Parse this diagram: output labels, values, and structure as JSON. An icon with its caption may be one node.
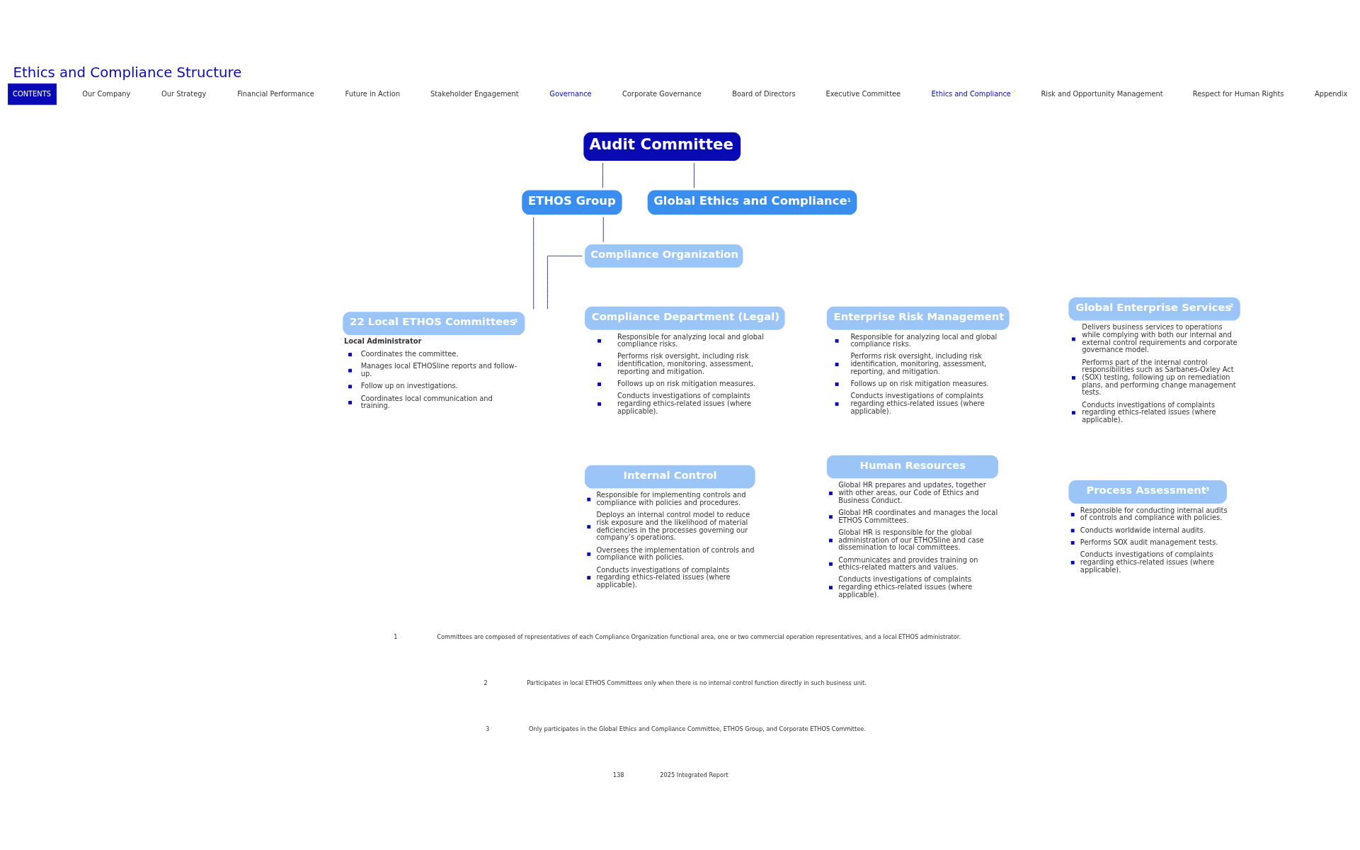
{
  "diagram": {
    "title": "Ethics and Compliance Structure",
    "nodes": [
      {
        "text": [
          "Audit Committee"
        ]
      },
      {
        "text": [
          "ETHOS Group"
        ]
      },
      {
        "text": [
          "Global Ethics and Compliance$^{1}$"
        ]
      },
      {
        "text": [
          "Compliance Organization"
        ]
      },
      {
        "text": [
          "22 Local ETHOS Committees$^{1}$",
          "Local Administrator",
          "Coordinates the committee.",
          "Manages local ETHOSline reports and follow-up.",
          "Follow up on investigations.",
          "Coordinates local communication and training."
        ]
      },
      {
        "text": [
          "Compliance Department (Legal)",
          "Responsible for analyzing local and global compliance risks.",
          "Performs risk oversight, including risk identification, monitoring, assessment, reporting and mitigation.",
          "Follows up on risk mitigation measures.",
          "Conducts investigations of complaints regarding ethics-related issues (where applicable)."
        ]
      },
      {
        "text": [
          "Enterprise Risk Management",
          "Responsible for analyzing local and global compliance risks.",
          "Performs risk oversight, including risk identification, monitoring, assessment, reporting, and mitigation.",
          "Follows up on risk mitigation measures.",
          "Conducts investigations of complaints regarding ethics-related issues (where applicable)."
        ]
      },
      {
        "text": [
          "Global Enterprise Services$^{2}$",
          "Delivers business services to operations while complying with both our internal and external control requirements and corporate governance model.",
          "Performs part of the internal control responsibilities such as Sarbanes-Oxley Act (SOX) testing, following up on remediation plans, and performing change management tests.",
          "Conducts investigations of complaints regarding ethics-related issues (where applicable)."
        ]
      },
      {
        "text": [
          "Internal Control",
          "Responsible for implementing controls and compliance with policies and procedures.",
          "Deploys an internal control model to reduce risk exposure and the likelihood of material deficiencies in the processes governing our company’s operations.",
          "Oversees the implementation of controls and compliance with policies.",
          "Conducts investigations of complaints regarding ethics-related issues (where applicable)."
        ]
      },
      {
        "text": [
          "Human Resources",
          "Global HR prepares and updates, together with other areas, our Code of Ethics and Business Conduct.",
          "Global HR coordinates and manages the local ETHOS Committees.",
          "Global HR is responsible for the global administration of our ETHOSline and case dissemination to local committees.",
          "Communicates and provides training on ethics-related matters and values.",
          "Conducts investigations of complaints regarding ethics-related issues (where applicable)."
        ]
      },
      {
        "text": [
          "Process Assessment$^{3}$",
          "Responsible for conducting internal audits of controls and compliance with policies.",
          "Conducts worldwide internal audits.",
          "Performs SOX audit management tests.",
          "Conducts investigations of complaints regarding ethics-related issues (where applicable)."
        ]
      }
    ],
    "edges": [
      {
        "from": 0,
        "to": 1,
        "arrow": "none"
      },
      {
        "from": 0,
        "to": 2,
        "arrow": "none"
      },
      {
        "from": 1,
        "to": 4,
        "arrow": "none"
      },
      {
        "from": 1,
        "to": 3,
        "arrow": "none"
      },
      {
        "from": 3,
        "to": 4,
        "arrow": "none"
      }
    ],
    "labels": [
      "CONTENTS",
      "Our Company",
      "Our Strategy",
      "Financial Performance",
      "Future in Action",
      "Stakeholder Engagement",
      "Governance",
      "Corporate Governance",
      "Board of Directors",
      "Executive Committee",
      "Ethics and Compliance",
      "Risk and Opportunity Management",
      "Respect for Human Rights",
      "Appendix",
      "1",
      "Committees are composed of representatives of each Compliance Organization functional area, one or two commercial operation representatives, and a local ETHOS administrator.",
      "2",
      "Participates in local ETHOS Committees only when there is no internal control function directly in such business unit.",
      "3",
      "Only participates in the Global Ethics and Compliance Committee, ETHOS Group, and Corporate ETHOS Committee.",
      "138",
      "2025 Integrated Report"
    ]
  }
}
